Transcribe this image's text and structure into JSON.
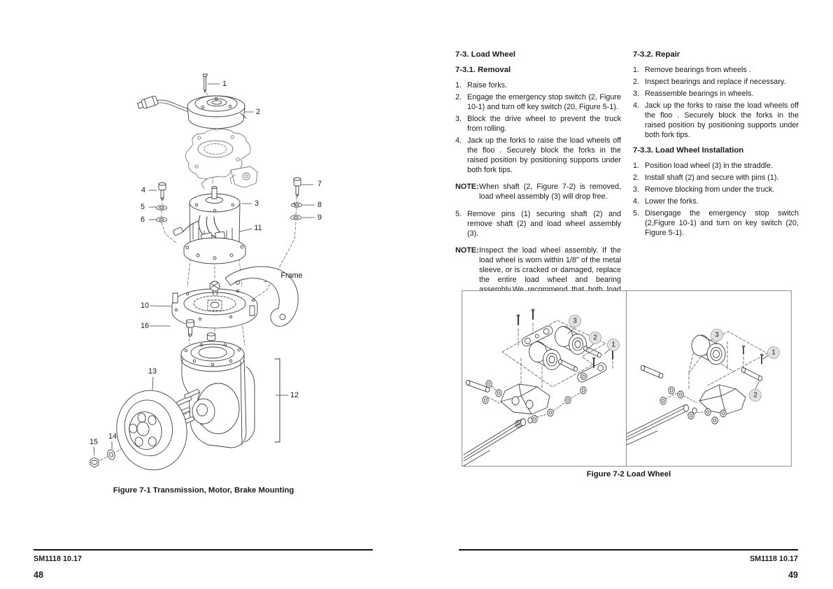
{
  "left_page": {
    "figure_7_1": {
      "caption": "Figure 7-1 Transmission, Motor, Brake Mounting",
      "labels": {
        "l1": "1",
        "l2": "2",
        "l3": "3",
        "l4": "4",
        "l5": "5",
        "l6": "6",
        "l7": "7",
        "l8": "8",
        "l9": "9",
        "l10": "10",
        "l11": "11",
        "l12": "12",
        "l13": "13",
        "l14": "14",
        "l15": "15",
        "l16": "16",
        "frame": "Frame"
      }
    },
    "footer": {
      "doc_code": "SM1118 10.17",
      "page_number": "48"
    }
  },
  "right_page": {
    "section_load_wheel": {
      "heading": "7-3. Load Wheel"
    },
    "removal": {
      "heading": "7-3.1. Removal",
      "blocks": [
        {
          "num": "1.",
          "text": "Raise forks."
        },
        {
          "num": "2.",
          "text": "Engage the emergency stop switch (2, Figure 10-1) and turn off key switch (20, Figure 5-1)."
        },
        {
          "num": "3.",
          "text": "Block the drive wheel to prevent the truck from rolling."
        },
        {
          "num": "4.",
          "text": "Jack up the forks to raise the load wheels off the floo . Securely block the forks in the raised position by positioning supports under both fork tips."
        },
        {
          "label": "NOTE:",
          "text": "When shaft (2, Figure 7-2) is removed, load wheel assembly (3) will drop free."
        },
        {
          "num": "5.",
          "text": "Remove pins (1) securing shaft (2) and remove shaft (2) and load wheel assembly (3)."
        },
        {
          "label": "NOTE:",
          "text": "Inspect the load wheel assembly. If the load wheel is worn within 1/8\" of the metal sleeve, or is cracked or damaged, replace the entire load wheel and bearing assembly.We recommend that both load wheel assemblies be replaced at the same time. This ensures level and safe operation of the lift truck."
        }
      ]
    },
    "repair": {
      "heading": "7-3.2. Repair",
      "blocks": [
        {
          "num": "1.",
          "text": "Remove bearings  from wheels ."
        },
        {
          "num": "2.",
          "text": "Inspect bearings and replace if necessary."
        },
        {
          "num": "3.",
          "text": "Reassemble bearings in wheels."
        },
        {
          "num": "4.",
          "text": "Jack up the forks to raise the load wheels off the floo . Securely block the forks in the raised position by positioning supports under both fork tips."
        }
      ]
    },
    "installation": {
      "heading": "7-3.3. Load Wheel Installation",
      "blocks": [
        {
          "num": "1.",
          "text": "Position load wheel (3) in the straddle."
        },
        {
          "num": "2.",
          "text": "Install shaft (2) and secure with pins (1)."
        },
        {
          "num": "3.",
          "text": "Remove blocking from under the truck."
        },
        {
          "num": "4.",
          "text": "Lower the forks."
        },
        {
          "num": "5.",
          "text": "Disengage the emergency stop switch (2,Figure 10-1) and turn on key switch (20, Figure 5-1)."
        }
      ]
    },
    "figure_7_2": {
      "caption": "Figure 7-2 Load Wheel",
      "left_panel_callouts": {
        "c3": "3",
        "c2": "2",
        "c1": "1"
      },
      "right_panel_callouts": {
        "c3": "3",
        "c1": "1",
        "c2": "2"
      }
    },
    "footer": {
      "doc_code": "SM1118 10.17",
      "page_number": "49"
    }
  }
}
